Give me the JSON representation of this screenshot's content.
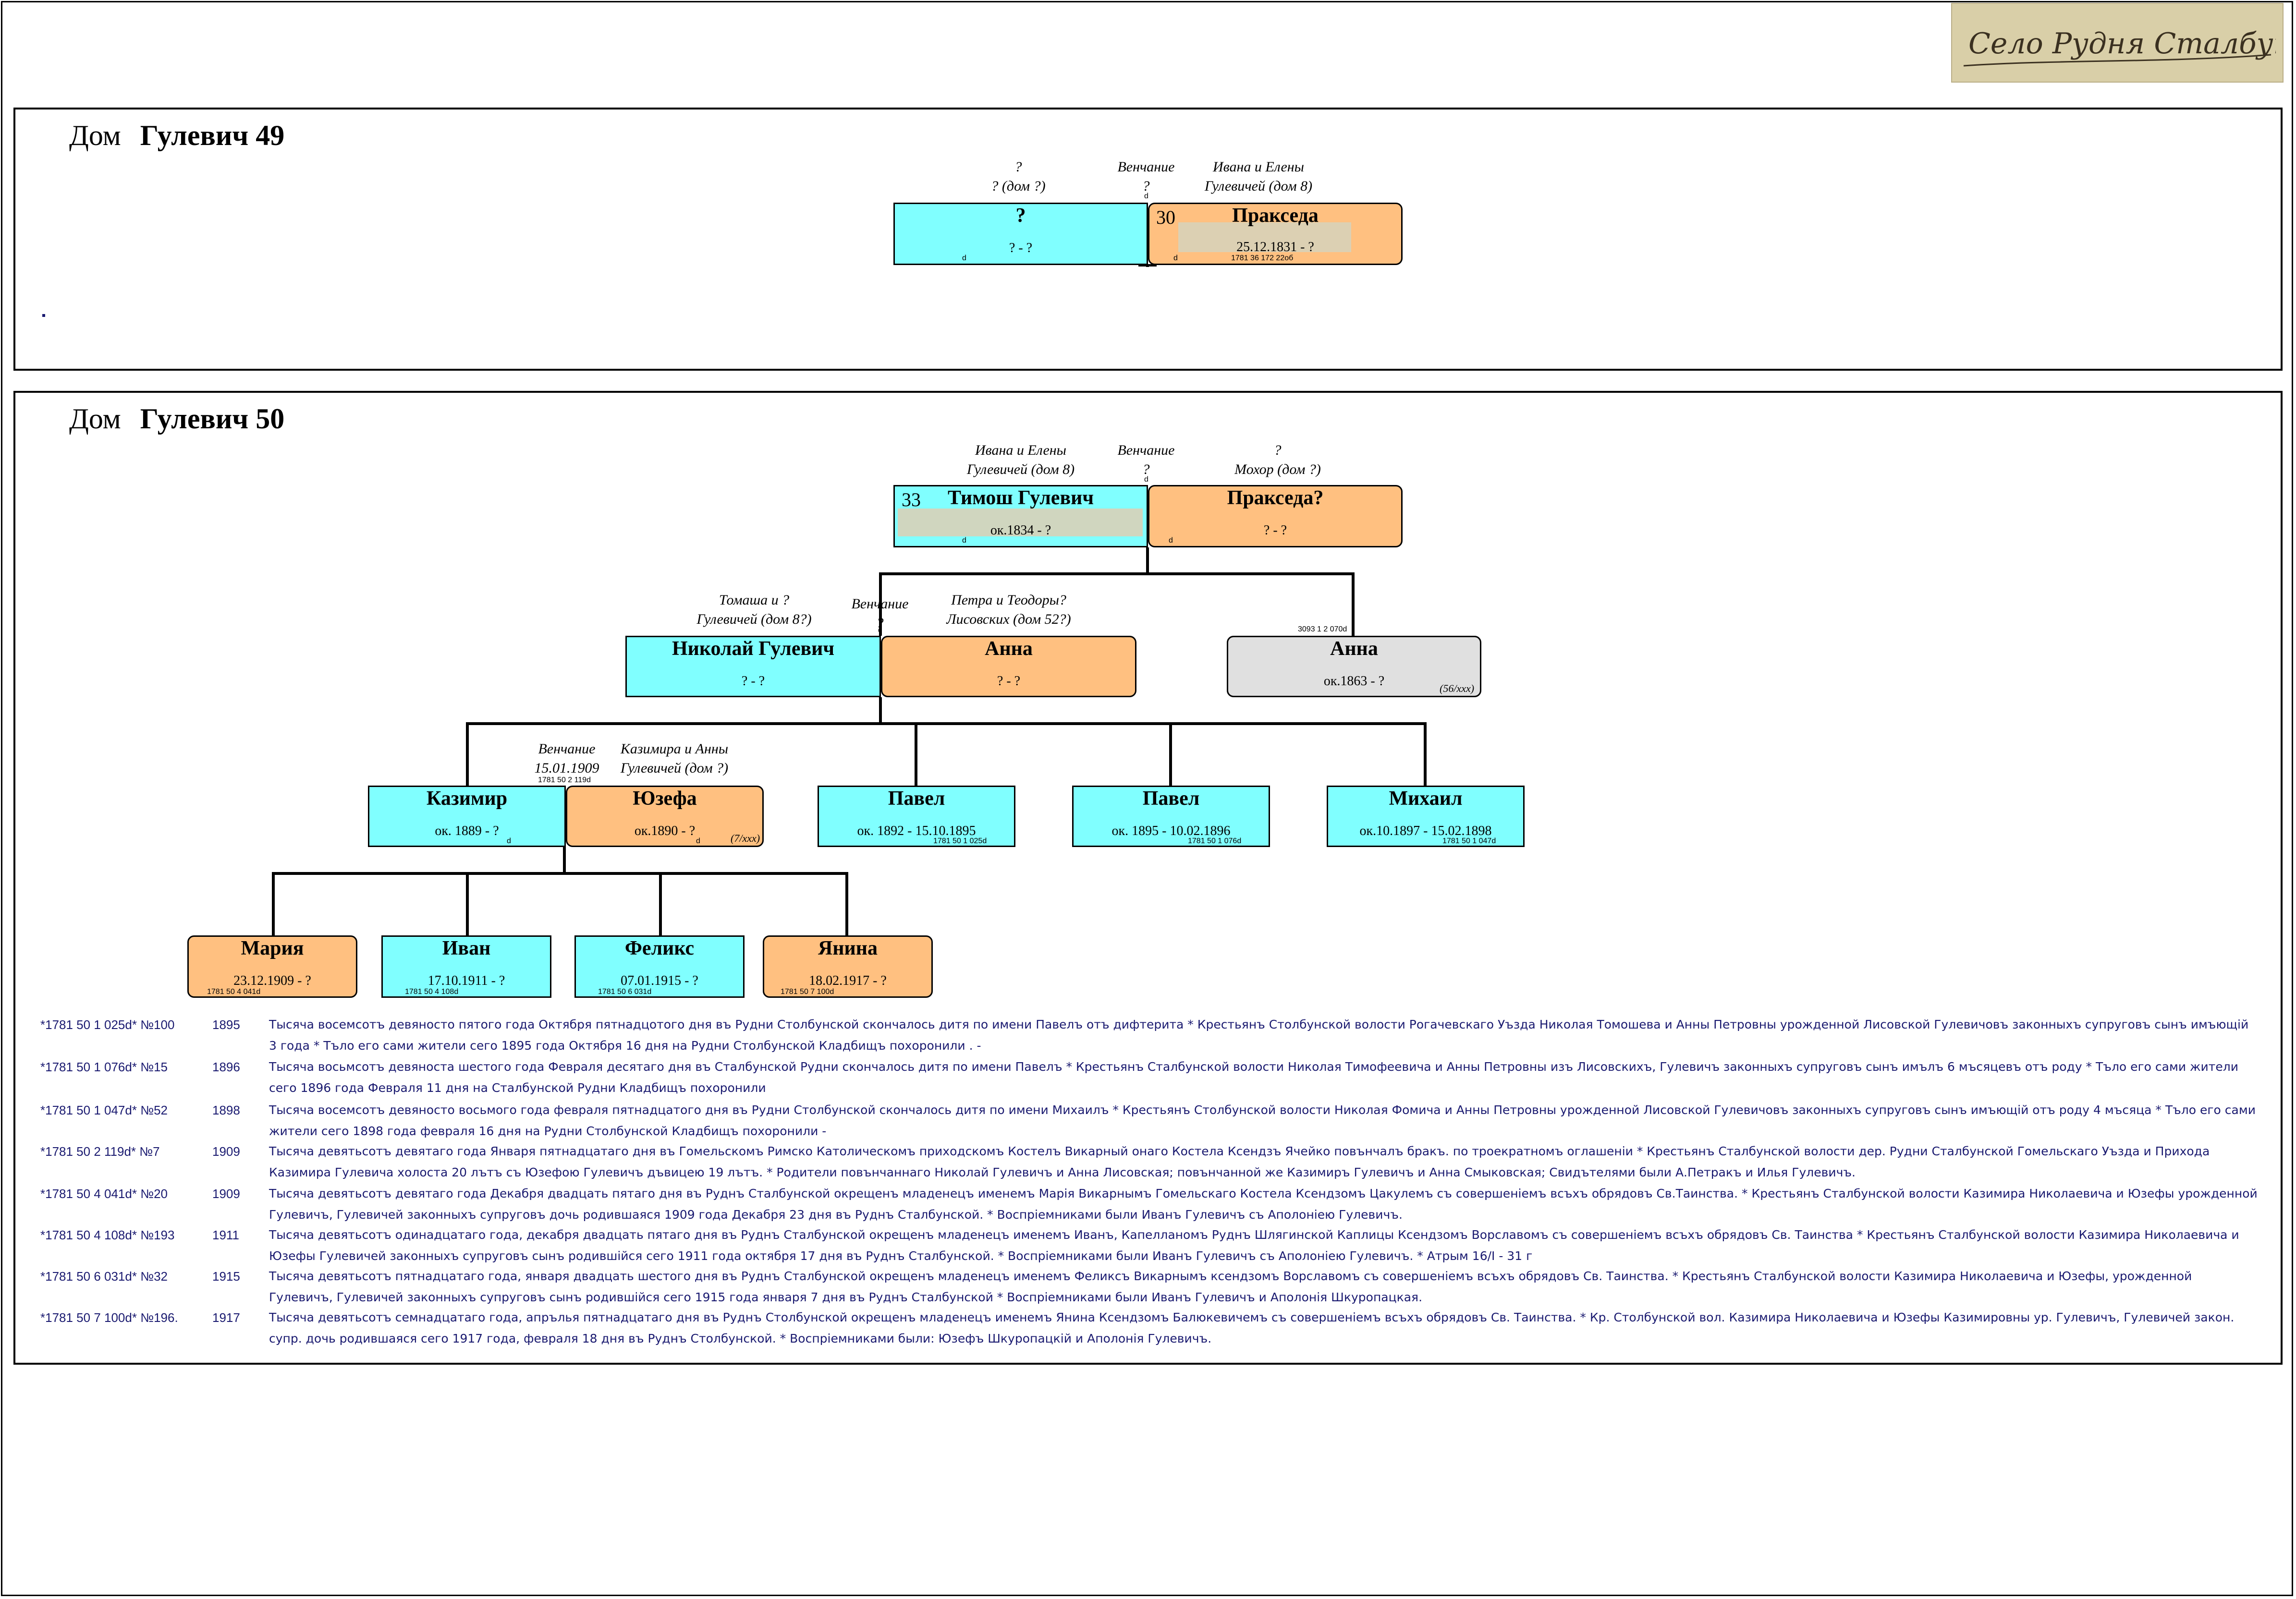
{
  "logo": {
    "text": "Село Рудня Сталбунска"
  },
  "house49": {
    "label": "Дом",
    "name": "Гулевич 49",
    "husband": {
      "name": "?",
      "dates": "? - ?",
      "ref": "d"
    },
    "wife": {
      "num": "30",
      "name": "Пракседа",
      "dates": "25.12.1831 - ?",
      "ref": "1781 36 172 22об",
      "ref2": "d"
    },
    "husband_parents": {
      "line1": "?",
      "line2": "? (дом ?)"
    },
    "wedding": {
      "line1": "Венчание",
      "line2": "?",
      "ref": "d"
    },
    "wife_parents": {
      "line1": "Ивана и Елены",
      "line2": "Гулевичей (дом 8)"
    }
  },
  "house50": {
    "label": "Дом",
    "name": "Гулевич 50",
    "gen1": {
      "husband": {
        "num": "33",
        "name": "Тимош Гулевич",
        "dates": "ок.1834 - ?",
        "ref": "d"
      },
      "wife": {
        "name": "Пракседа?",
        "dates": "? - ?",
        "ref": "d"
      },
      "husband_parents": {
        "line1": "Ивана и Елены",
        "line2": "Гулевичей (дом 8)"
      },
      "wedding": {
        "line1": "Венчание",
        "line2": "?",
        "ref": "d"
      },
      "wife_parents": {
        "line1": "?",
        "line2": "Мохор (дом ?)"
      }
    },
    "gen2": {
      "husband": {
        "name": "Николай Гулевич",
        "dates": "? - ?"
      },
      "wife": {
        "name": "Анна",
        "dates": "? - ?"
      },
      "husband_parents": {
        "line1": "Томаша и ?",
        "line2": "Гулевичей (дом 8?)"
      },
      "wedding": {
        "line1": "Венчание",
        "line2": "?",
        "ref": "d"
      },
      "wife_parents": {
        "line1": "Петра и Теодоры?",
        "line2": "Лисовских (дом 52?)"
      },
      "sibling": {
        "name": "Анна",
        "dates": "ок.1863 - ?",
        "ref": "3093 1 2 070d",
        "note": "(56/xxx)"
      }
    },
    "gen3": {
      "husband": {
        "name": "Казимир",
        "dates": "ок. 1889 - ?",
        "ref": "d"
      },
      "wife": {
        "name": "Юзефа",
        "dates": "ок.1890 - ?",
        "ref": "d",
        "note": "(7/xxx)"
      },
      "wedding": {
        "line1": "Венчание",
        "line2": "15.01.1909",
        "ref": "1781 50 2 119d"
      },
      "wife_parents": {
        "line1": "Казимира и Анны",
        "line2": "Гулевичей (дом ?)"
      },
      "siblings": [
        {
          "name": "Павел",
          "dates": "ок. 1892 - 15.10.1895",
          "ref": "1781 50 1 025d"
        },
        {
          "name": "Павел",
          "dates": "ок. 1895 - 10.02.1896",
          "ref": "1781 50 1 076d"
        },
        {
          "name": "Михаил",
          "dates": "ок.10.1897 - 15.02.1898",
          "ref": "1781 50 1 047d"
        }
      ]
    },
    "gen4": [
      {
        "name": "Мария",
        "dates": "23.12.1909 - ?",
        "ref": "1781 50 4 041d"
      },
      {
        "name": "Иван",
        "dates": "17.10.1911 - ?",
        "ref": "1781 50 4 108d"
      },
      {
        "name": "Феликс",
        "dates": "07.01.1915 - ?",
        "ref": "1781 50 6 031d"
      },
      {
        "name": "Янина",
        "dates": "18.02.1917 - ?",
        "ref": "1781 50 7 100d"
      }
    ]
  },
  "notes": [
    {
      "ref": "*1781 50 1 025d* №100",
      "year": "1895",
      "text": "Тысяча восемсотъ девяносто пятого года Октября пятнадцотого дня въ Рудни Столбунской скончалось дитя по имени Павелъ отъ дифтерита * Крестьянъ Столбунской волости Рогачевскаго Уъзда Николая Томошева и Анны Петровны урожденной Лисовской Гулевичовъ законныхъ супруговъ сынъ имъющій 3 года * Тъло его сами жители сего 1895 года Октября 16 дня на Рудни Столбунской Кладбищъ похоронили . -"
    },
    {
      "ref": "*1781 50 1 076d* №15",
      "year": "1896",
      "text": "Тысяча восьмсотъ девяноста шестого года Февраля десятаго дня въ Сталбунской Рудни скончалось дитя по имени Павелъ * Крестьянъ Сталбунской волости Николая Тимофеевича и Анны Петровны изъ Лисовскихъ, Гулевичъ законныхъ супруговъ сынъ имълъ 6 мъсяцевъ отъ роду * Тъло его сами жители сего 1896 года Февраля 11 дня на Сталбунской Рудни Кладбищъ похоронили"
    },
    {
      "ref": "*1781 50 1 047d* №52",
      "year": "1898",
      "text": "Тысяча восемсотъ девяносто восьмого года февраля пятнадцатого дня въ Рудни Столбунской скончалось дитя по имени Михаилъ * Крестьянъ Столбунской волости Николая Фомича и Анны Петровны урожденной Лисовской Гулевичовъ законныхъ супруговъ сынъ имъющій отъ роду 4 мъсяца * Тъло его сами жители сего 1898 года февраля 16 дня на Рудни Столбунской Кладбищъ похоронили -"
    },
    {
      "ref": "*1781 50 2 119d* №7",
      "year": "1909",
      "text": "Тысяча девятьсотъ девятаго года Января пятнадцатаго дня въ Гомельскомъ Римско Католическомъ приходскомъ Костелъ Викарный онаго Костела Ксендзъ Ячейко повънчалъ бракъ. по троекратномъ оглашеніи * Крестьянъ Сталбунской волости дер. Рудни Сталбунской Гомельскаго Уъзда и Прихода Казимира Гулевича холоста 20 лътъ съ Юзефою Гулевичъ дъвицею 19 лътъ. * Родители повънчаннаго Николай Гулевичъ и Анна Лисовская; повънчанной же Казимиръ Гулевичъ и Анна Смыковская; Свидътелями были А.Петракъ и Илья Гулевичъ."
    },
    {
      "ref": "*1781 50 4 041d* №20",
      "year": "1909",
      "text": "Тысяча девятьсотъ девятаго года Декабря двадцать пятаго дня въ Руднъ Сталбунской окрещенъ младенецъ именемъ Марія Викарнымъ Гомельскаго Костела Ксендзомъ Цакулемъ съ совершеніемъ всъхъ обрядовъ Св.Таинства. * Крестьянъ Сталбунской волости Казимира Николаевича и Юзефы урожденной Гулевичъ, Гулевичей законныхъ супруговъ дочь родившаяся 1909 года Декабря 23 дня въ Руднъ Сталбунской. * Воспріемниками были Иванъ Гулевичъ съ Аполоніею Гулевичъ."
    },
    {
      "ref": "*1781 50 4 108d* №193",
      "year": "1911",
      "text": "Тысяча девятьсотъ одинадцатаго года, декабря двадцать пятаго дня въ Руднъ Сталбунской окрещенъ младенецъ именемъ Иванъ, Капелланомъ Руднъ Шлягинской Каплицы Ксендзомъ Ворславомъ съ совершеніемъ всъхъ обрядовъ Св. Таинства * Крестьянъ Сталбунской волости Казимира Николаевича и Юзефы Гулевичей законныхъ супруговъ сынъ родившійся сего 1911 года октября 17 дня въ Руднъ Сталбунской. * Воспріемниками были Иванъ Гулевичъ съ Аполоніею Гулевичъ. * Атрым 16/І - 31 г"
    },
    {
      "ref": "*1781 50 6 031d* №32",
      "year": "1915",
      "text": "Тысяча девятьсотъ пятнадцатаго года, января двадцать шестого дня въ Руднъ Сталбунской окрещенъ младенецъ именемъ Феликсъ Викарнымъ ксендзомъ Ворславомъ съ совершеніемъ всъхъ обрядовъ Св. Таинства. * Крестьянъ Сталбунской волости Казимира Николаевича и Юзефы, урожденной Гулевичъ, Гулевичей законныхъ супруговъ сынъ родившійся сего 1915 года января 7 дня въ Руднъ Сталбунской * Воспріемниками были Иванъ Гулевичъ и Аполонія Шкуропацкая."
    },
    {
      "ref": "*1781 50 7 100d* №196.",
      "year": "1917",
      "text": "Тысяча девятьсотъ семнадцатаго года, апрълья пятнадцатаго дня въ Руднъ Столбунской окрещенъ младенецъ именемъ Янина Ксендзомъ Балюкевичемъ съ совершеніемъ всъхъ обрядовъ Св. Таинства. * Кр. Столбунской вол. Казимира Николаевича и Юзефы Казимировны ур. Гулевичъ, Гулевичей закон. супр. дочь родившаяся сего 1917 года, февраля 18 дня въ Руднъ Столбунской. * Воспріемниками были: Юзефъ Шкуропацкій и Аполонія Гулевичъ."
    }
  ]
}
